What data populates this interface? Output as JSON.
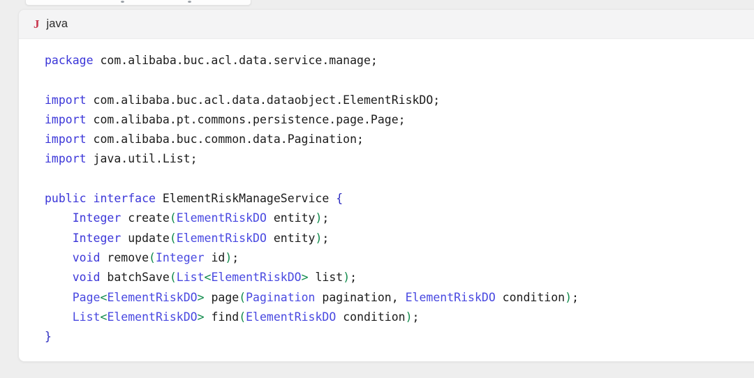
{
  "window": {
    "background_color": "#eeeeee",
    "top_toolbar_sliver": {
      "visible": true,
      "dot_count": 2
    }
  },
  "code_card": {
    "header": {
      "language_glyph": "J",
      "language_glyph_icon": "java-logo-icon",
      "language_glyph_color": "#c8354c",
      "language_label": "java",
      "background_color": "#f4f4f5"
    },
    "colors": {
      "keyword": "#3b36d8",
      "type": "#4848e0",
      "punctuation": "#0f8a4a",
      "plain": "#1b1b1b",
      "brace": "#2b2bc0",
      "card_background": "#ffffff"
    },
    "language": "java",
    "lines": [
      {
        "id": "line-package",
        "tokens": [
          {
            "t": "package",
            "c": "kw"
          },
          {
            "t": " com.alibaba.buc.acl.data.service.manage;",
            "c": "plain"
          }
        ]
      },
      {
        "id": "line-blank-1",
        "tokens": [
          {
            "t": " ",
            "c": "plain"
          }
        ]
      },
      {
        "id": "line-import-1",
        "tokens": [
          {
            "t": "import",
            "c": "kw"
          },
          {
            "t": " com.alibaba.buc.acl.data.dataobject.ElementRiskDO;",
            "c": "plain"
          }
        ]
      },
      {
        "id": "line-import-2",
        "tokens": [
          {
            "t": "import",
            "c": "kw"
          },
          {
            "t": " com.alibaba.pt.commons.persistence.page.Page;",
            "c": "plain"
          }
        ]
      },
      {
        "id": "line-import-3",
        "tokens": [
          {
            "t": "import",
            "c": "kw"
          },
          {
            "t": " com.alibaba.buc.common.data.Pagination;",
            "c": "plain"
          }
        ]
      },
      {
        "id": "line-import-4",
        "tokens": [
          {
            "t": "import",
            "c": "kw"
          },
          {
            "t": " java.util.List;",
            "c": "plain"
          }
        ]
      },
      {
        "id": "line-blank-2",
        "tokens": [
          {
            "t": " ",
            "c": "plain"
          }
        ]
      },
      {
        "id": "line-interface-decl",
        "tokens": [
          {
            "t": "public",
            "c": "kw"
          },
          {
            "t": " ",
            "c": "plain"
          },
          {
            "t": "interface",
            "c": "kw"
          },
          {
            "t": " ElementRiskManageService ",
            "c": "plain"
          },
          {
            "t": "{",
            "c": "brace"
          }
        ]
      },
      {
        "id": "line-method-create",
        "tokens": [
          {
            "t": "    ",
            "c": "plain"
          },
          {
            "t": "Integer",
            "c": "kw"
          },
          {
            "t": " create",
            "c": "plain"
          },
          {
            "t": "(",
            "c": "punct"
          },
          {
            "t": "ElementRiskDO",
            "c": "type"
          },
          {
            "t": " entity",
            "c": "plain"
          },
          {
            "t": ")",
            "c": "punct"
          },
          {
            "t": ";",
            "c": "plain"
          }
        ]
      },
      {
        "id": "line-method-update",
        "tokens": [
          {
            "t": "    ",
            "c": "plain"
          },
          {
            "t": "Integer",
            "c": "kw"
          },
          {
            "t": " update",
            "c": "plain"
          },
          {
            "t": "(",
            "c": "punct"
          },
          {
            "t": "ElementRiskDO",
            "c": "type"
          },
          {
            "t": " entity",
            "c": "plain"
          },
          {
            "t": ")",
            "c": "punct"
          },
          {
            "t": ";",
            "c": "plain"
          }
        ]
      },
      {
        "id": "line-method-remove",
        "tokens": [
          {
            "t": "    ",
            "c": "plain"
          },
          {
            "t": "void",
            "c": "kw"
          },
          {
            "t": " remove",
            "c": "plain"
          },
          {
            "t": "(",
            "c": "punct"
          },
          {
            "t": "Integer",
            "c": "type"
          },
          {
            "t": " id",
            "c": "plain"
          },
          {
            "t": ")",
            "c": "punct"
          },
          {
            "t": ";",
            "c": "plain"
          }
        ]
      },
      {
        "id": "line-method-batchsave",
        "tokens": [
          {
            "t": "    ",
            "c": "plain"
          },
          {
            "t": "void",
            "c": "kw"
          },
          {
            "t": " batchSave",
            "c": "plain"
          },
          {
            "t": "(",
            "c": "punct"
          },
          {
            "t": "List",
            "c": "type"
          },
          {
            "t": "<",
            "c": "punct"
          },
          {
            "t": "ElementRiskDO",
            "c": "type"
          },
          {
            "t": ">",
            "c": "punct"
          },
          {
            "t": " list",
            "c": "plain"
          },
          {
            "t": ")",
            "c": "punct"
          },
          {
            "t": ";",
            "c": "plain"
          }
        ]
      },
      {
        "id": "line-method-page",
        "tokens": [
          {
            "t": "    ",
            "c": "plain"
          },
          {
            "t": "Page",
            "c": "type"
          },
          {
            "t": "<",
            "c": "punct"
          },
          {
            "t": "ElementRiskDO",
            "c": "type"
          },
          {
            "t": ">",
            "c": "punct"
          },
          {
            "t": " page",
            "c": "plain"
          },
          {
            "t": "(",
            "c": "punct"
          },
          {
            "t": "Pagination",
            "c": "type"
          },
          {
            "t": " pagination, ",
            "c": "plain"
          },
          {
            "t": "ElementRiskDO",
            "c": "type"
          },
          {
            "t": " condition",
            "c": "plain"
          },
          {
            "t": ")",
            "c": "punct"
          },
          {
            "t": ";",
            "c": "plain"
          }
        ]
      },
      {
        "id": "line-method-find",
        "tokens": [
          {
            "t": "    ",
            "c": "plain"
          },
          {
            "t": "List",
            "c": "type"
          },
          {
            "t": "<",
            "c": "punct"
          },
          {
            "t": "ElementRiskDO",
            "c": "type"
          },
          {
            "t": ">",
            "c": "punct"
          },
          {
            "t": " find",
            "c": "plain"
          },
          {
            "t": "(",
            "c": "punct"
          },
          {
            "t": "ElementRiskDO",
            "c": "type"
          },
          {
            "t": " condition",
            "c": "plain"
          },
          {
            "t": ")",
            "c": "punct"
          },
          {
            "t": ";",
            "c": "plain"
          }
        ]
      },
      {
        "id": "line-close-brace",
        "tokens": [
          {
            "t": "}",
            "c": "brace"
          }
        ]
      }
    ]
  }
}
